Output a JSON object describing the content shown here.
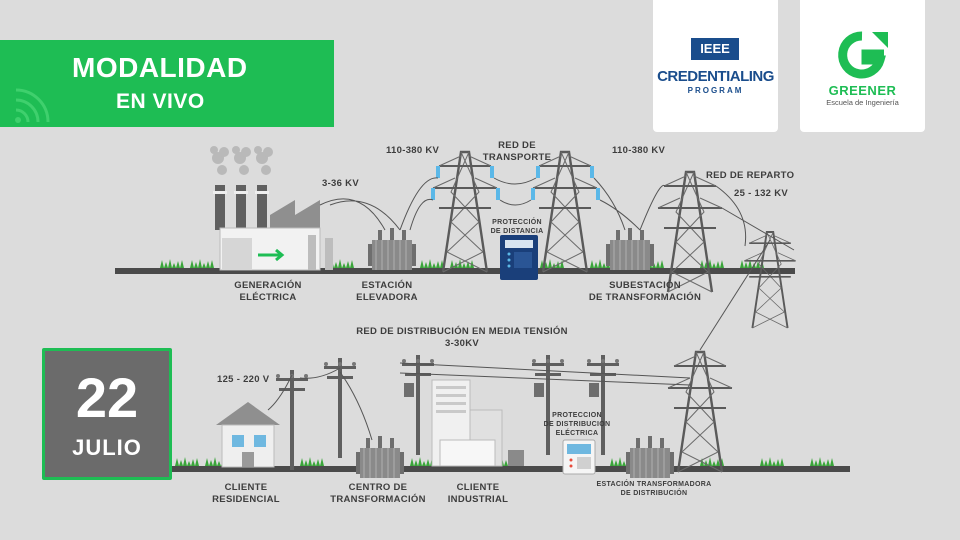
{
  "banner": {
    "line1": "MODALIDAD",
    "line2": "EN VIVO"
  },
  "date": {
    "day": "22",
    "month": "JULIO"
  },
  "logos": {
    "ieee": {
      "top": "IEEE",
      "main": "CREDENTIALING",
      "sub": "PROGRAM"
    },
    "greener": {
      "name": "GREENER",
      "subtitle": "Escuela de Ingeniería"
    }
  },
  "labels": {
    "generacion": [
      "GENERACIÓN",
      "ELÉCTRICA"
    ],
    "estacion_elevadora": [
      "ESTACIÓN",
      "ELEVADORA"
    ],
    "subestacion": [
      "SUBESTACIÓN",
      "DE TRANSFORMACIÓN"
    ],
    "red_transporte": [
      "RED DE",
      "TRANSPORTE"
    ],
    "proteccion_distancia": [
      "PROTECCIÓN",
      "DE DISTANCIA"
    ],
    "red_reparto": "RED DE REPARTO",
    "volt_3_36": "3-36 KV",
    "volt_110_380_a": "110-380 KV",
    "volt_110_380_b": "110-380 KV",
    "volt_25_132": "25 - 132 KV",
    "red_distribucion": [
      "RED DE DISTRIBUCIÓN EN MEDIA TENSIÓN",
      "3-30KV"
    ],
    "volt_125_220": "125 - 220 V",
    "cliente_residencial": [
      "CLIENTE",
      "RESIDENCIAL"
    ],
    "centro_transformacion": [
      "CENTRO DE",
      "TRANSFORMACIÓN"
    ],
    "cliente_industrial": [
      "CLIENTE",
      "INDUSTRIAL"
    ],
    "proteccion_distribucion": [
      "PROTECCION",
      "DE DISTRIBUCION",
      "ELÉCTRICA"
    ],
    "estacion_distribucion": [
      "ESTACIÓN TRANSFORMADORA",
      "DE DISTRIBUCIÓN"
    ]
  },
  "colors": {
    "green": "#1ebd54",
    "background": "#dcdcdc",
    "ground": "#4a4a4a",
    "grass": "#3aa53a",
    "navy": "#1a4d8c",
    "insulator": "#5bb8e8"
  }
}
